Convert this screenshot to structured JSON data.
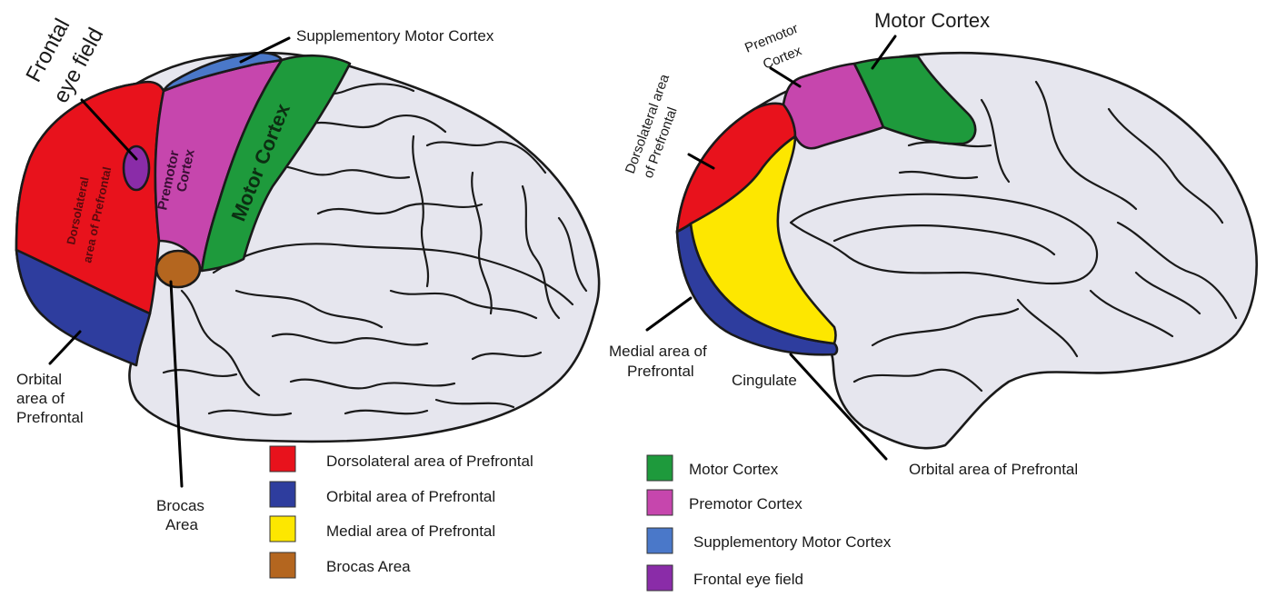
{
  "colors": {
    "dorsolateral": "#e8121c",
    "orbital": "#2e3d9e",
    "medial": "#fde700",
    "brocas": "#b4661f",
    "motor": "#1e9a3c",
    "premotor": "#c646ad",
    "supplementary": "#4a78c9",
    "frontal_eye": "#8a2ca8",
    "brain_fill": "#e6e6ee"
  },
  "lateral": {
    "frontal_eye_line1": "Frontal",
    "frontal_eye_line2": "eye field",
    "supplementary": "Supplementory Motor Cortex",
    "motor_inside": "Motor Cortex",
    "premotor_inside_1": "Premotor",
    "premotor_inside_2": "Cortex",
    "dorsolateral_inside_1": "Dorsolateral",
    "dorsolateral_inside_2": "area of Prefrontal",
    "orbital_line1": "Orbital",
    "orbital_line2": "area of",
    "orbital_line3": "Prefrontal",
    "brocas_line1": "Brocas",
    "brocas_line2": "Area"
  },
  "medial": {
    "motor": "Motor Cortex",
    "premotor_line1": "Premotor",
    "premotor_line2": "Cortex",
    "dorsolateral_line1": "Dorsolateral area",
    "dorsolateral_line2": "of Prefrontal",
    "medial_line1": "Medial area of",
    "medial_line2": "Prefrontal",
    "cingulate": "Cingulate",
    "orbital": "Orbital area of Prefrontal"
  },
  "legend_left": [
    {
      "label": "Dorsolateral area of Prefrontal",
      "color": "#e8121c"
    },
    {
      "label": "Orbital area of Prefrontal",
      "color": "#2e3d9e"
    },
    {
      "label": "Medial area of Prefrontal",
      "color": "#fde700"
    },
    {
      "label": "Brocas Area",
      "color": "#b4661f"
    }
  ],
  "legend_right": [
    {
      "label": "Motor Cortex",
      "color": "#1e9a3c"
    },
    {
      "label": "Premotor Cortex",
      "color": "#c646ad"
    },
    {
      "label": "Supplementory Motor Cortex",
      "color": "#4a78c9"
    },
    {
      "label": "Frontal eye field",
      "color": "#8a2ca8"
    }
  ]
}
